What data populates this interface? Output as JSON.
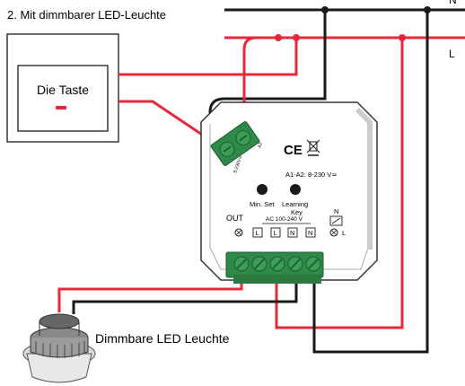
{
  "title": "2. Mit dimmbarer LED-Leuchte",
  "wire_labels": {
    "neutral": "N",
    "live": "L"
  },
  "switch": {
    "label": "Die Taste"
  },
  "module": {
    "ce_mark": "CE",
    "input_spec": "A1-A2:  8-230 V≃",
    "min_set": "Min. Set",
    "learning_key_line1": "Learning",
    "learning_key_line2": "Key",
    "out_label": "OUT",
    "ac_spec": "AC 100-240 V",
    "term_l1": "L",
    "term_l2": "L",
    "term_n1": "N",
    "term_n2": "N",
    "relay_n": "N",
    "relay_l": "L",
    "side_small_1": "8-230V≃",
    "side_small_2": "A2"
  },
  "lamp": {
    "label": "Dimmbare LED Leuchte"
  },
  "colors": {
    "live": "#e8283a",
    "neutral": "#1a1a1a",
    "terminal_green": "#2f8a4a",
    "module_body": "#ffffff",
    "module_outline": "#333333"
  }
}
